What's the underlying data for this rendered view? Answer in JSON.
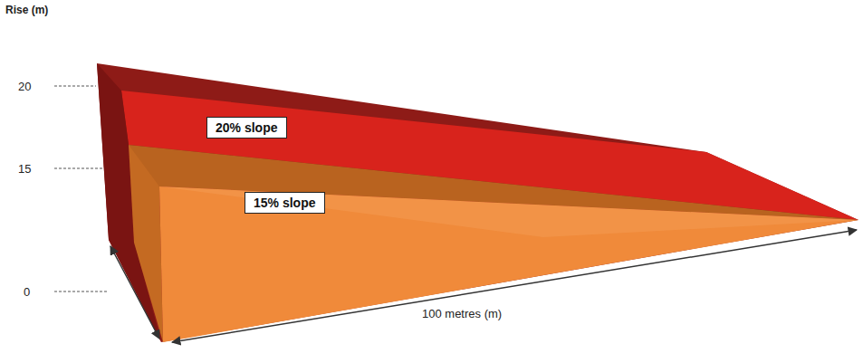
{
  "diagram": {
    "nodes": [
      {
        "text": [
          "20% slope"
        ]
      },
      {
        "text": [
          "15% slope"
        ]
      }
    ],
    "labels": [
      "Rise (m)",
      "20",
      "15",
      "0",
      "100 metres (m)"
    ]
  }
}
